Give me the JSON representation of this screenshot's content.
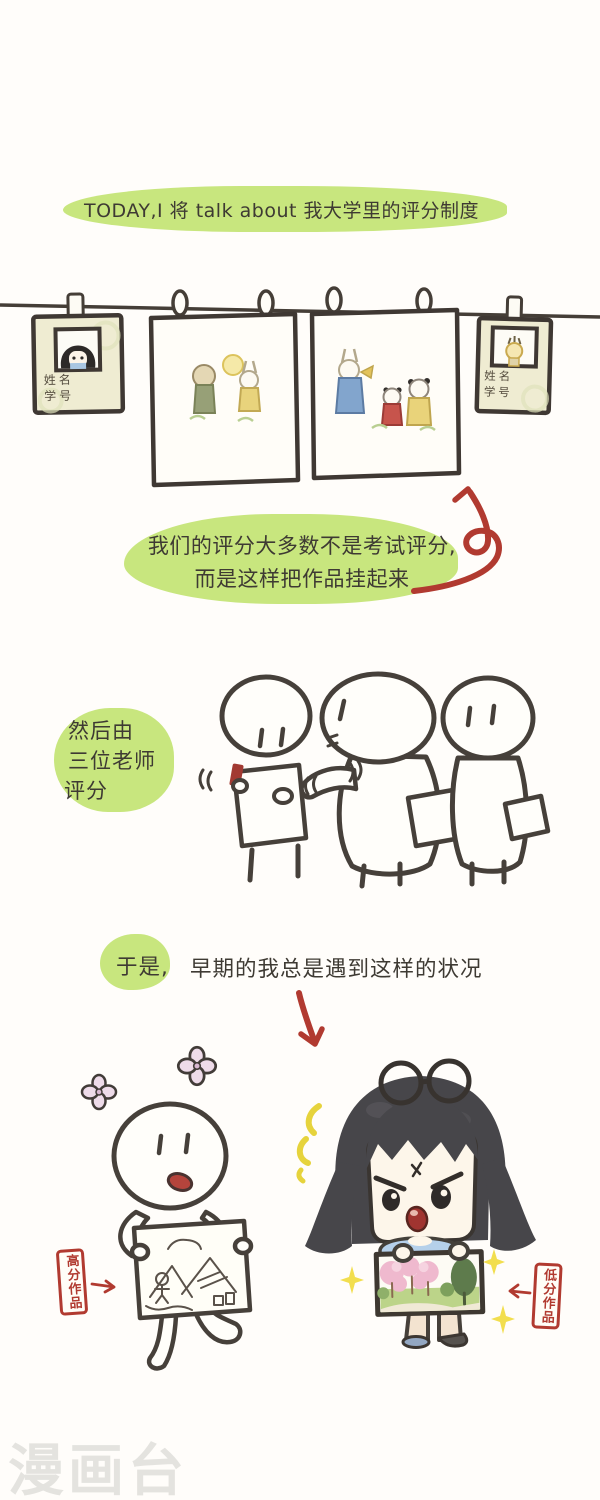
{
  "intro_bubble": {
    "text": "TODAY,I 将 talk about 我大学里的评分制度"
  },
  "name_card_left": {
    "name_label": "姓名",
    "id_label": "学号"
  },
  "name_card_right": {
    "name_label": "姓名",
    "id_label": "学号"
  },
  "hanging_note": {
    "line1": "我们的评分大多数不是考试评分,",
    "line2": "而是这样把作品挂起来"
  },
  "teachers_note": {
    "line1": "然后由",
    "line2": "三位老师",
    "line3": "评分"
  },
  "situation_note": {
    "bubble_text": "于是,",
    "rest_text": "早期的我总是遇到这样的状况"
  },
  "work_labels": {
    "high_score": "高分作品",
    "low_score": "低分作品"
  },
  "watermark": {
    "text": "漫画台"
  },
  "palette": {
    "highlight_green": "#c8e67e",
    "accent_red": "#b13a30",
    "ink": "#453e37",
    "card_cream": "#efecd2",
    "watermark_gray": "#e4e3df"
  }
}
